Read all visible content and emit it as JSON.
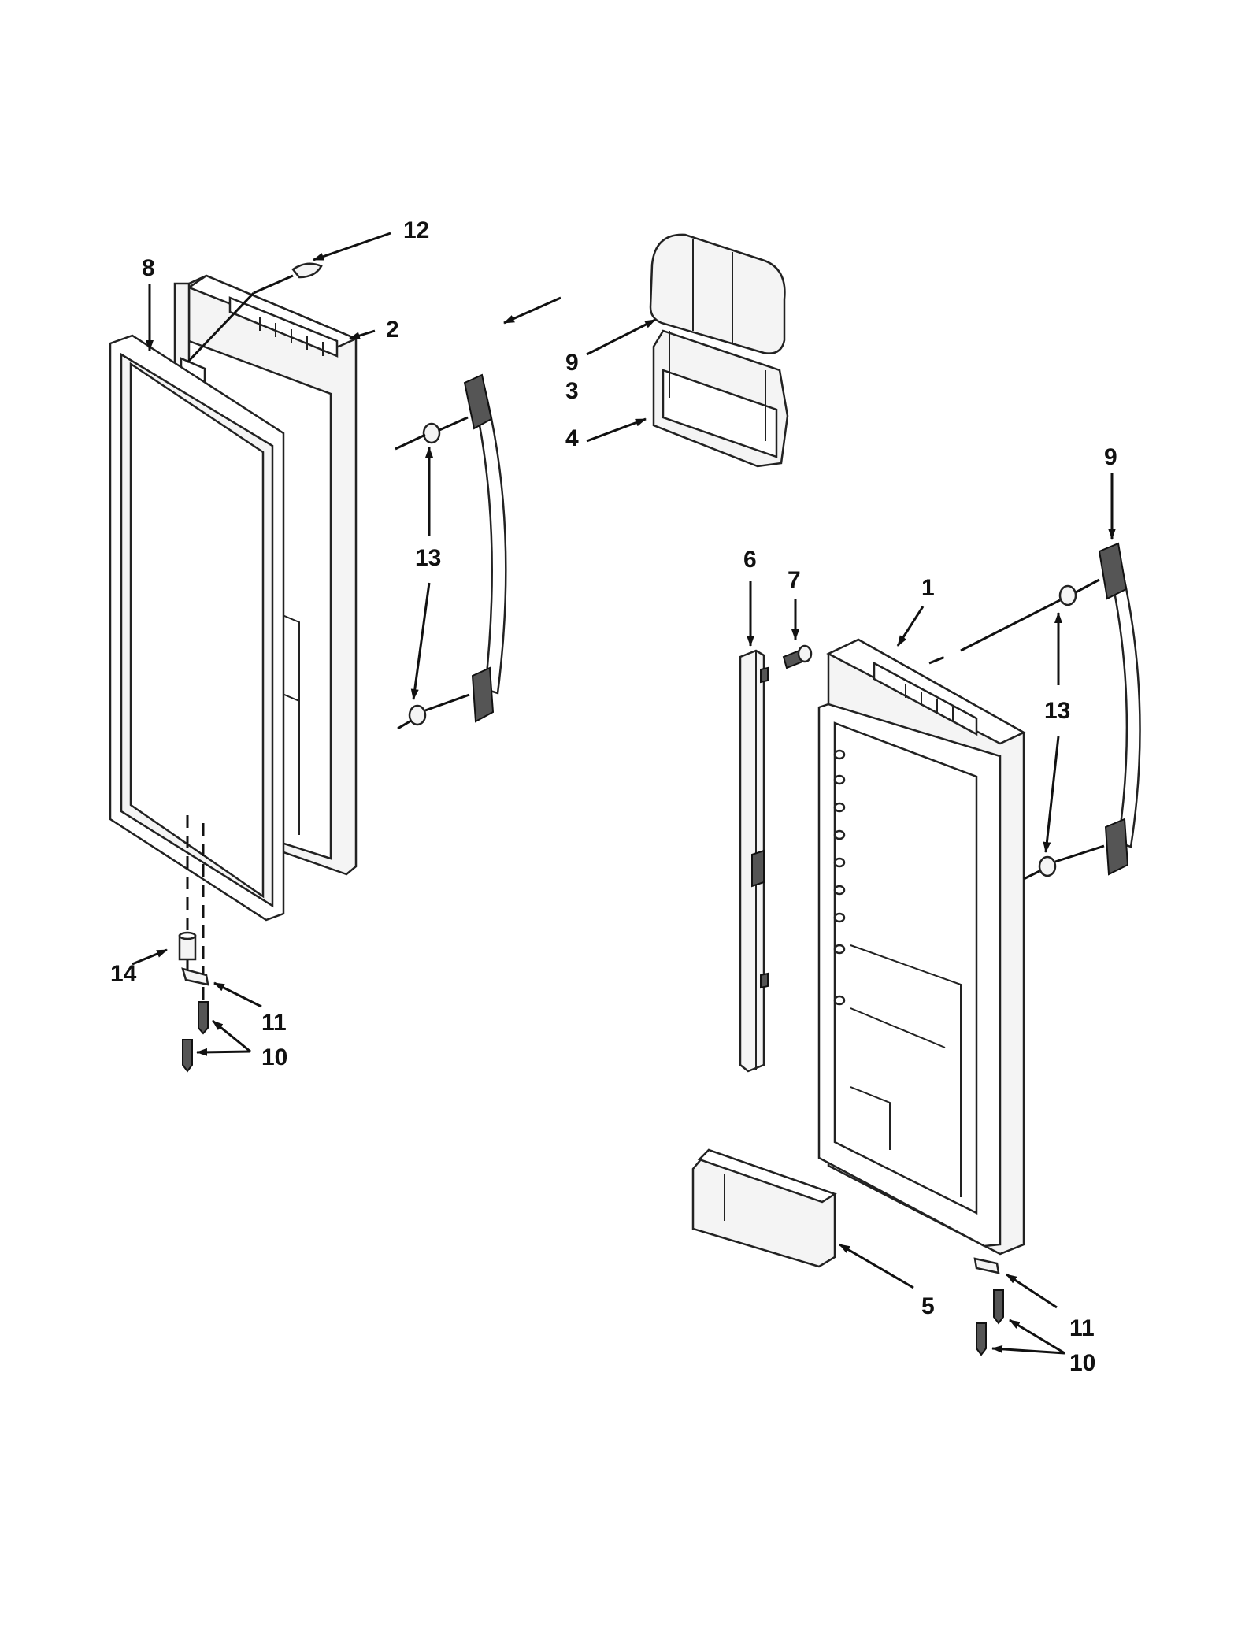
{
  "diagram": {
    "callouts": {
      "c1": "1",
      "c2": "2",
      "c3": "3",
      "c4": "4",
      "c5": "5",
      "c6": "6",
      "c7": "7",
      "c8": "8",
      "c9_left": "9",
      "c9_right": "9",
      "c10_left": "10",
      "c10_right": "10",
      "c11_left": "11",
      "c11_right": "11",
      "c12": "12",
      "c13_left": "13",
      "c13_right": "13",
      "c14": "14"
    }
  }
}
